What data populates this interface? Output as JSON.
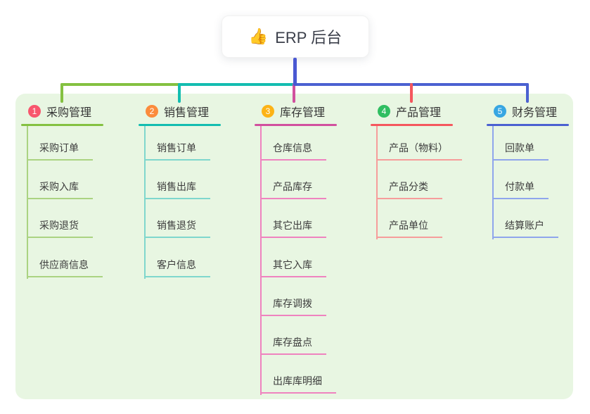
{
  "root": {
    "label": "ERP 后台",
    "icon": "thumbs-up-icon",
    "emoji": "👍"
  },
  "canvas": {
    "background_color": "#ffffff",
    "panel_color": "#e8f6e2",
    "root_connector_color": "#4a58d2",
    "text_color": "#3a3a3a"
  },
  "branches": [
    {
      "number": "1",
      "label": "采购管理",
      "badge_color": "#f8566d",
      "line_color": "#84c141",
      "child_line_color": "#abd382",
      "children": [
        "采购订单",
        "采购入库",
        "采购退货",
        "供应商信息"
      ]
    },
    {
      "number": "2",
      "label": "销售管理",
      "badge_color": "#fb8b3c",
      "line_color": "#13bdb0",
      "child_line_color": "#7fd7cd",
      "children": [
        "销售订单",
        "销售出库",
        "销售退货",
        "客户信息"
      ]
    },
    {
      "number": "3",
      "label": "库存管理",
      "badge_color": "#fcb316",
      "line_color": "#d1509e",
      "child_line_color": "#ef83bf",
      "children": [
        "仓库信息",
        "产品库存",
        "其它出库",
        "其它入库",
        "库存调拨",
        "库存盘点",
        "出库库明细"
      ]
    },
    {
      "number": "4",
      "label": "产品管理",
      "badge_color": "#2fbe61",
      "line_color": "#f5575e",
      "child_line_color": "#f69d9b",
      "children": [
        "产品（物料）",
        "产品分类",
        "产品单位"
      ]
    },
    {
      "number": "5",
      "label": "财务管理",
      "badge_color": "#37a6e2",
      "line_color": "#4b61d1",
      "child_line_color": "#8fa5ec",
      "children": [
        "回款单",
        "付款单",
        "结算账户"
      ]
    }
  ]
}
